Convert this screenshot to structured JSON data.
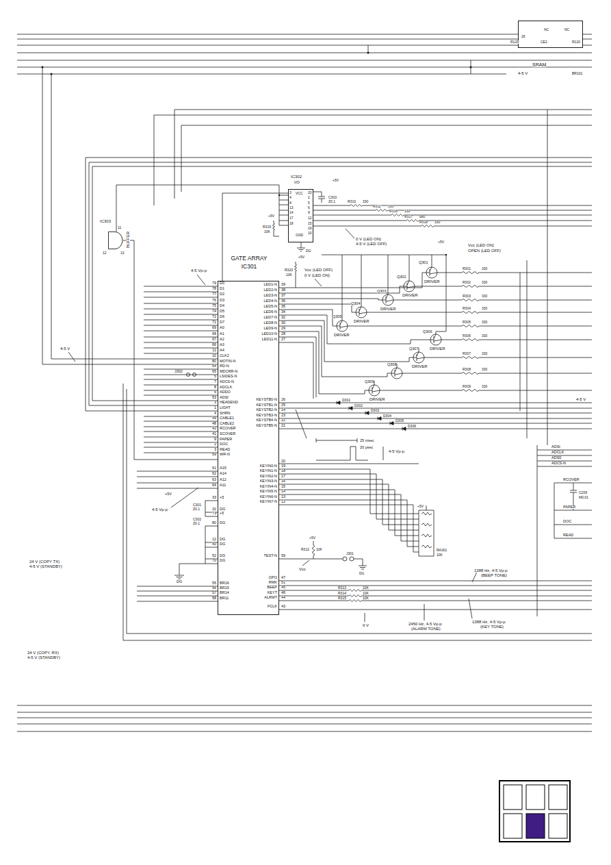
{
  "diagram": {
    "nodes": [
      {
        "text": [
          "GATE ARRAY",
          "IC301"
        ]
      },
      {
        "text": [
          "IC302",
          "I/O"
        ]
      },
      {
        "text": [
          "IC303",
          "BUFFER"
        ]
      },
      {
        "text": [
          "SRAM"
        ]
      }
    ],
    "edges": [
      {
        "from": 2,
        "to": 0,
        "arrow": "none"
      },
      {
        "from": 1,
        "to": 0,
        "arrow": "none"
      }
    ],
    "labels": [
      "79",
      "D0",
      "78",
      "D1",
      "77",
      "D2",
      "76",
      "D3",
      "75",
      "D4",
      "74",
      "D5",
      "72",
      "D6",
      "71",
      "D7",
      "69",
      "A0",
      "68",
      "A1",
      "67",
      "A2",
      "66",
      "A3",
      "11",
      "A4",
      "10",
      "CLK2",
      "80",
      "MOTIN-N",
      "54",
      "RD-N",
      "65",
      "MDCRR-N",
      "5",
      "LSIDES-N",
      "7",
      "ADCS-N",
      "8",
      "ADCLK",
      "6",
      "ADDO",
      "53",
      "ADSI",
      "3",
      "HEADEND",
      "1",
      "LIGHT",
      "4",
      "SHRN",
      "49",
      "CABLE1",
      "48",
      "CABLE2",
      "42",
      "RCOVER",
      "41",
      "SCOVER",
      "9",
      "PAPER",
      "2",
      "DOC",
      "3",
      "READ",
      "59",
      "WR-N",
      "61",
      "A15",
      "62",
      "A14",
      "63",
      "A12",
      "64",
      "A11",
      "33",
      "+5",
      "31",
      "DG",
      "73",
      "+5",
      "80",
      "DG",
      "12",
      "DG",
      "40",
      "DG",
      "52",
      "DG",
      "70",
      "DG",
      "55",
      "BR16",
      "56",
      "BR15",
      "57",
      "BR14",
      "58",
      "BR11",
      "LED1-N",
      "39",
      "LED2-N",
      "38",
      "LED3-N",
      "37",
      "LED4-N",
      "36",
      "LED5-N",
      "35",
      "LED6-N",
      "34",
      "LED7-N",
      "32",
      "LED8-N",
      "30",
      "LED9-N",
      "29",
      "LED10-N",
      "28",
      "LED11-N",
      "27",
      "KEYSTB0-N",
      "26",
      "KEYSTB1-N",
      "25",
      "KEYSTB2-N",
      "24",
      "KEYSTB3-N",
      "23",
      "KEYSTB4-N",
      "22",
      "KEYSTB5-N",
      "21",
      "KEYIN0-N",
      "19",
      "KEYIN1-N",
      "18",
      "KEYIN2-N",
      "17",
      "KEYIN3-N",
      "16",
      "KEYIN4-N",
      "15",
      "KEYIN5-N",
      "14",
      "KEYIN6-N",
      "13",
      "KEYIN7-N",
      "12",
      "TEST-N",
      "59",
      "GPO",
      "47",
      "RMK",
      "51",
      "BEEP",
      "45",
      "KEYT",
      "46",
      "ALRMT",
      "44",
      "FCLK",
      "43",
      "20",
      "4-5 Vp-p",
      "4-5 V",
      "J302",
      "+5V",
      "4-5 Vp-p",
      "C301",
      "Z0.1",
      "C302",
      "Z0.1",
      "DG",
      "24 V (COPY TX)",
      "4-5 V (STANDBY)",
      "24 V (COPY, RX)",
      "4-5 V (STANDBY)",
      "+5V",
      "C303",
      "Z0.1",
      "R310",
      "330",
      "R311",
      "330",
      "R316",
      "330",
      "R317",
      "680",
      "R318",
      "330",
      "0 V (LED ON)",
      "4-5 V (LED OFF)",
      "+5V",
      "R319",
      "10K",
      "DG",
      "3",
      "4",
      "8",
      "13",
      "14",
      "17",
      "18",
      "20",
      "2",
      "5",
      "6",
      "9",
      "12",
      "15",
      "19",
      "10",
      "VCC",
      "GND",
      "+5V",
      "R320",
      "10K",
      "Vcc (LED OFF)",
      "0 V (LED ON)",
      "+5V",
      "Vcc (LED ON)",
      "OPEN (LED OFF)",
      "Q301",
      "Q302",
      "Q303",
      "Q304",
      "Q305",
      "Q306",
      "Q307",
      "Q308",
      "Q309",
      "DRIVER",
      "DRIVER",
      "DRIVER",
      "DRIVER",
      "DRIVER",
      "DRIVER",
      "DRIVER",
      "DRIVER",
      "R301",
      "330",
      "R302",
      "330",
      "R303",
      "330",
      "R304",
      "330",
      "R305",
      "330",
      "R306",
      "330",
      "R307",
      "330",
      "R308",
      "330",
      "R309",
      "330",
      "4-5 V",
      "D301",
      "D302",
      "D303",
      "D304",
      "D305",
      "D306",
      "25 msec",
      "20 μsec",
      "4-5 Vp-p",
      "+5V",
      "RA301",
      "10K",
      "+5V",
      "R312",
      "10K",
      "J301",
      "DG",
      "Vcc",
      "1388 Hz, 4-5 Vp-p",
      "(BEEP TONE)",
      "R313",
      "10K",
      "R314",
      "10K",
      "R315",
      "10K",
      "0 V",
      "2450 Hz, 4-5 Vp-p",
      "(ALARM TONE)",
      "1388 Hz, 4-5 Vp-p",
      "(KEY TONE)",
      "ADSI",
      "ADCLK",
      "ADS0",
      "ADCS-N",
      "RCOVER",
      "C209",
      "M0.01",
      "PAPER",
      "DOC",
      "READ",
      "R129",
      "4-5 V",
      "26",
      "CE2",
      "NC",
      "NC",
      "R120",
      "BR101",
      "11",
      "12",
      "13"
    ]
  }
}
